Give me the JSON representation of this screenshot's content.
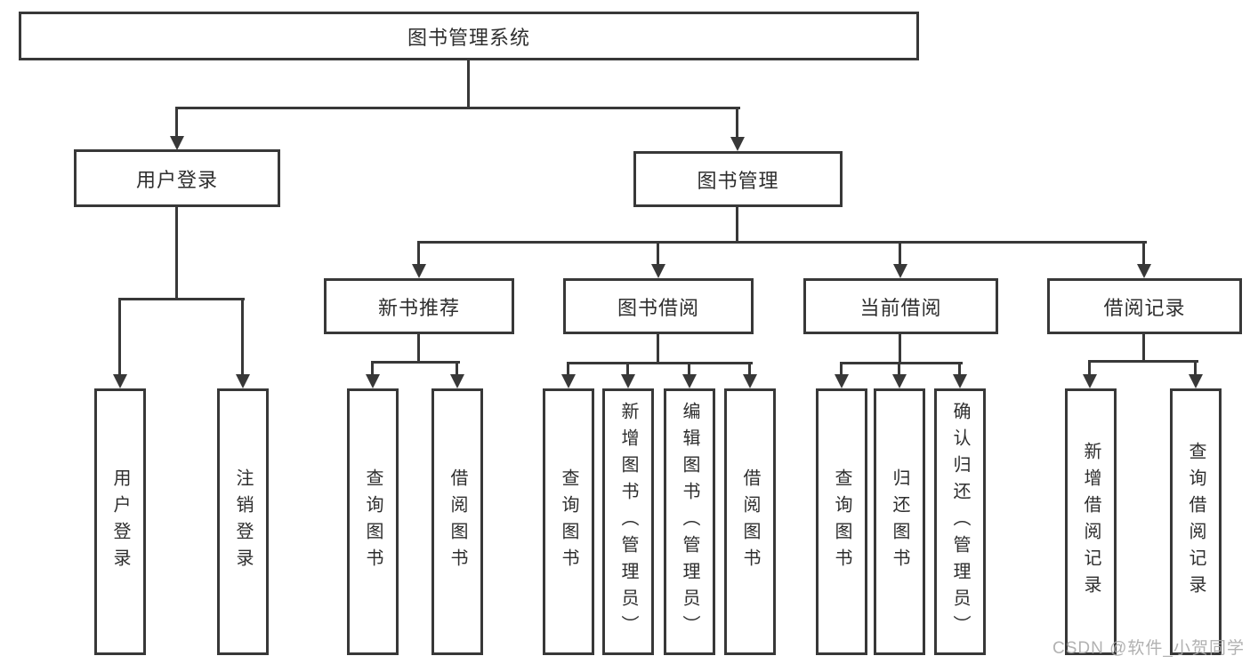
{
  "diagram": {
    "root": {
      "label": "图书管理系统"
    },
    "branches": [
      {
        "label": "用户登录",
        "children": [
          "用户登录",
          "注销登录"
        ]
      },
      {
        "label": "图书管理",
        "sections": [
          {
            "label": "新书推荐",
            "children": [
              "查询图书",
              "借阅图书"
            ]
          },
          {
            "label": "图书借阅",
            "children": [
              "查询图书",
              "新增图书（管理员）",
              "编辑图书（管理员）",
              "借阅图书"
            ]
          },
          {
            "label": "当前借阅",
            "children": [
              "查询图书",
              "归还图书",
              "确认归还（管理员）"
            ]
          },
          {
            "label": "借阅记录",
            "children": [
              "新增借阅记录",
              "查询借阅记录"
            ]
          }
        ]
      }
    ],
    "watermark": "CSDN @软件_小贺同学",
    "colors": {
      "line": "#383838",
      "text": "#2e2e2e",
      "background": "#ffffff",
      "watermark": "#a8a8a8"
    }
  }
}
